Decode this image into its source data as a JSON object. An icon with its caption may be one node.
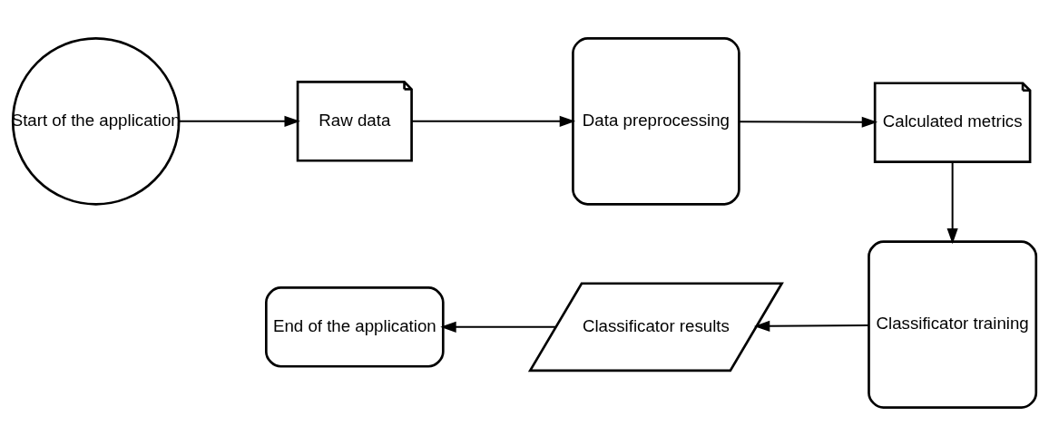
{
  "diagram": {
    "nodes": [
      {
        "text": [
          "Start of the application"
        ]
      },
      {
        "text": [
          "Raw data"
        ]
      },
      {
        "text": [
          "Data preprocessing"
        ]
      },
      {
        "text": [
          "Calculated metrics"
        ]
      },
      {
        "text": [
          "Classificator training"
        ]
      },
      {
        "text": [
          "Classificator results"
        ]
      },
      {
        "text": [
          "End of the application"
        ]
      }
    ],
    "edges": [
      {
        "from": 0,
        "to": 1,
        "arrow": "to"
      },
      {
        "from": 1,
        "to": 2,
        "arrow": "to"
      },
      {
        "from": 2,
        "to": 3,
        "arrow": "to"
      },
      {
        "from": 3,
        "to": 4,
        "arrow": "to"
      },
      {
        "from": 4,
        "to": 5,
        "arrow": "to"
      },
      {
        "from": 5,
        "to": 6,
        "arrow": "to"
      }
    ]
  }
}
